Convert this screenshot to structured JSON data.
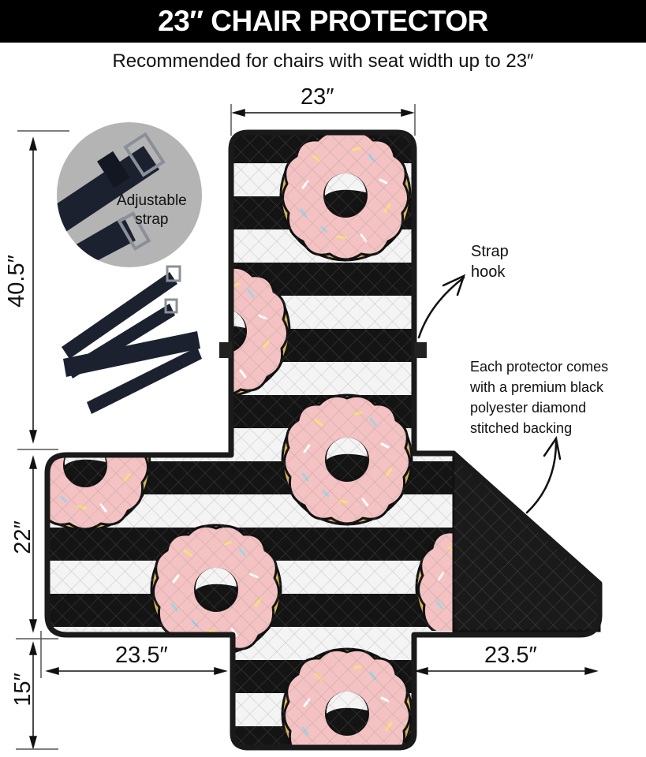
{
  "header": {
    "title": "23″ CHAIR PROTECTOR",
    "subtitle": "Recommended for chairs with seat width up to 23″"
  },
  "dimensions": {
    "top_width": "23″",
    "height_back": "40.5″",
    "height_seat": "22″",
    "height_front": "15″",
    "left_arm": "23.5″",
    "right_arm": "23.5″"
  },
  "callouts": {
    "adjustable_strap": [
      "Adjustable",
      "strap"
    ],
    "strap_hook": [
      "Strap",
      "hook"
    ],
    "backing": [
      "Each protector comes",
      "with a premium black",
      "polyester diamond",
      "stitched backing"
    ]
  },
  "colors": {
    "header_bg": "#000000",
    "donut_pink": "#f4c2c2",
    "donut_gold": "#d9b45a",
    "stripe_black": "#141414",
    "stripe_white": "#f4f4f4",
    "strap_circle_bg": "#b4b4b4",
    "strap_navy": "#1c2130"
  },
  "icons": [
    "arrow-strap-hook-icon",
    "arrow-backing-icon",
    "dimension-arrow-icon",
    "donut-pattern-icon",
    "strap-buckle-icon"
  ]
}
